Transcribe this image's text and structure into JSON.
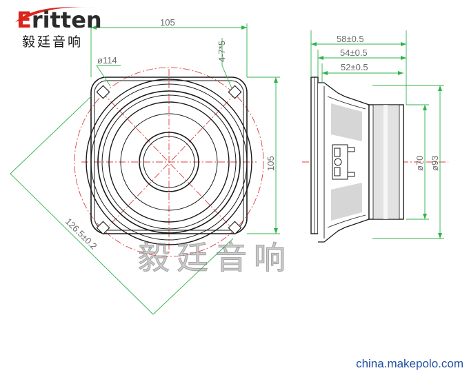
{
  "logo": {
    "brand_latin": "ritten",
    "brand_initial": "E",
    "brand_cn": "毅廷音响",
    "colors": {
      "initial": "#d8261c",
      "text": "#2b2b2b"
    }
  },
  "front_view": {
    "width_label": "105",
    "height_label": "105",
    "diameter_label": "ø114",
    "mount_hole_label": "4-7*5",
    "diagonal_label": "126.5±0.2"
  },
  "side_view": {
    "depth_labels": [
      "58±0.5",
      "54±0.5",
      "52±0.5"
    ],
    "magnet_diameter_label": "ø70",
    "frame_diameter_label": "ø93"
  },
  "watermark": "毅廷音响",
  "footer": "china.makepolo.com",
  "colors": {
    "outline": "#1a1a1a",
    "dimension": "#2cb34a",
    "centerline": "#e03c3c",
    "watermark": "#a0a0a0",
    "footer": "#1f4fa0"
  }
}
